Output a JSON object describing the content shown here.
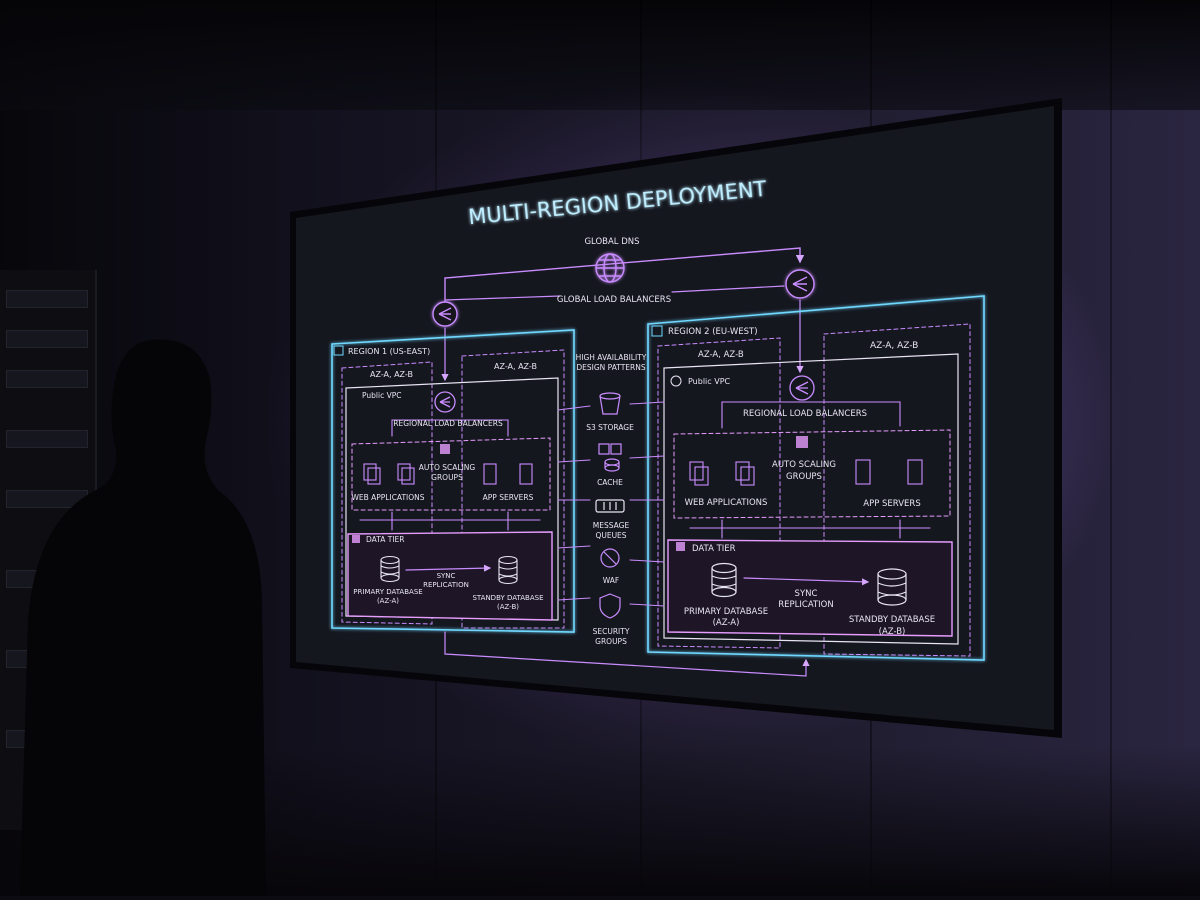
{
  "title": "MULTI-REGION DEPLOYMENT",
  "global": {
    "dns": "GLOBAL DNS",
    "load_balancers": "GLOBAL LOAD BALANCERS"
  },
  "patterns": {
    "heading": [
      "HIGH AVAILABILITY",
      "DESIGN PATTERNS"
    ],
    "storage": "S3 STORAGE",
    "cache": "CACHE",
    "queues": [
      "MESSAGE",
      "QUEUES"
    ],
    "waf": "WAF",
    "security": [
      "SECURITY",
      "GROUPS"
    ]
  },
  "region1": {
    "name": "REGION 1 (US-EAST)",
    "az_left": "AZ-A, AZ-B",
    "az_right": "AZ-A, AZ-B",
    "vpc": "Public VPC",
    "rlb": "REGIONAL LOAD BALANCERS",
    "asg": [
      "AUTO SCALING",
      "GROUPS"
    ],
    "web": "WEB APPLICATIONS",
    "app": "APP SERVERS",
    "data_tier": "DATA TIER",
    "sync": [
      "SYNC",
      "REPLICATION"
    ],
    "primary": [
      "PRIMARY DATABASE",
      "(AZ-A)"
    ],
    "standby": [
      "STANDBY DATABASE",
      "(AZ-B)"
    ]
  },
  "region2": {
    "name": "REGION 2 (EU-WEST)",
    "az_left": "AZ-A, AZ-B",
    "az_right": "AZ-A, AZ-B",
    "vpc": "Public VPC",
    "rlb": "REGIONAL LOAD BALANCERS",
    "asg": [
      "AUTO SCALING",
      "GROUPS"
    ],
    "web": "WEB APPLICATIONS",
    "app": "APP SERVERS",
    "data_tier": "DATA TIER",
    "sync": [
      "SYNC",
      "REPLICATION"
    ],
    "primary": [
      "PRIMARY DATABASE",
      "(AZ-A)"
    ],
    "standby": [
      "STANDBY DATABASE",
      "(AZ-B)"
    ]
  },
  "colors": {
    "screen_bg": "#15171f",
    "cyan": "#6fd8ff",
    "purple": "#c98cff",
    "pink": "#e79cff",
    "text": "#e8e4f2"
  }
}
